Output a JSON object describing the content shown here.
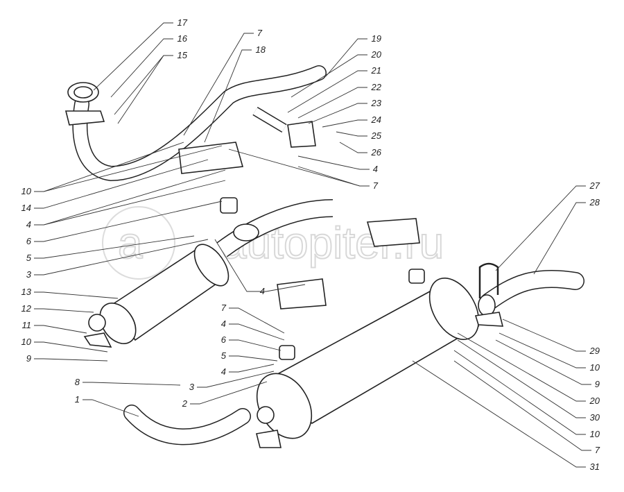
{
  "diagram": {
    "title": "Exhaust system exploded view",
    "watermark": "autopiter.ru",
    "callouts": [
      "17",
      "16",
      "15",
      "7",
      "18",
      "19",
      "20",
      "21",
      "22",
      "23",
      "24",
      "25",
      "26",
      "4",
      "7",
      "10",
      "14",
      "4",
      "6",
      "5",
      "3",
      "13",
      "12",
      "11",
      "10",
      "9",
      "4",
      "7",
      "4",
      "6",
      "5",
      "4",
      "3",
      "2",
      "8",
      "1",
      "27",
      "28",
      "29",
      "10",
      "9",
      "20",
      "30",
      "10",
      "7",
      "31"
    ]
  }
}
